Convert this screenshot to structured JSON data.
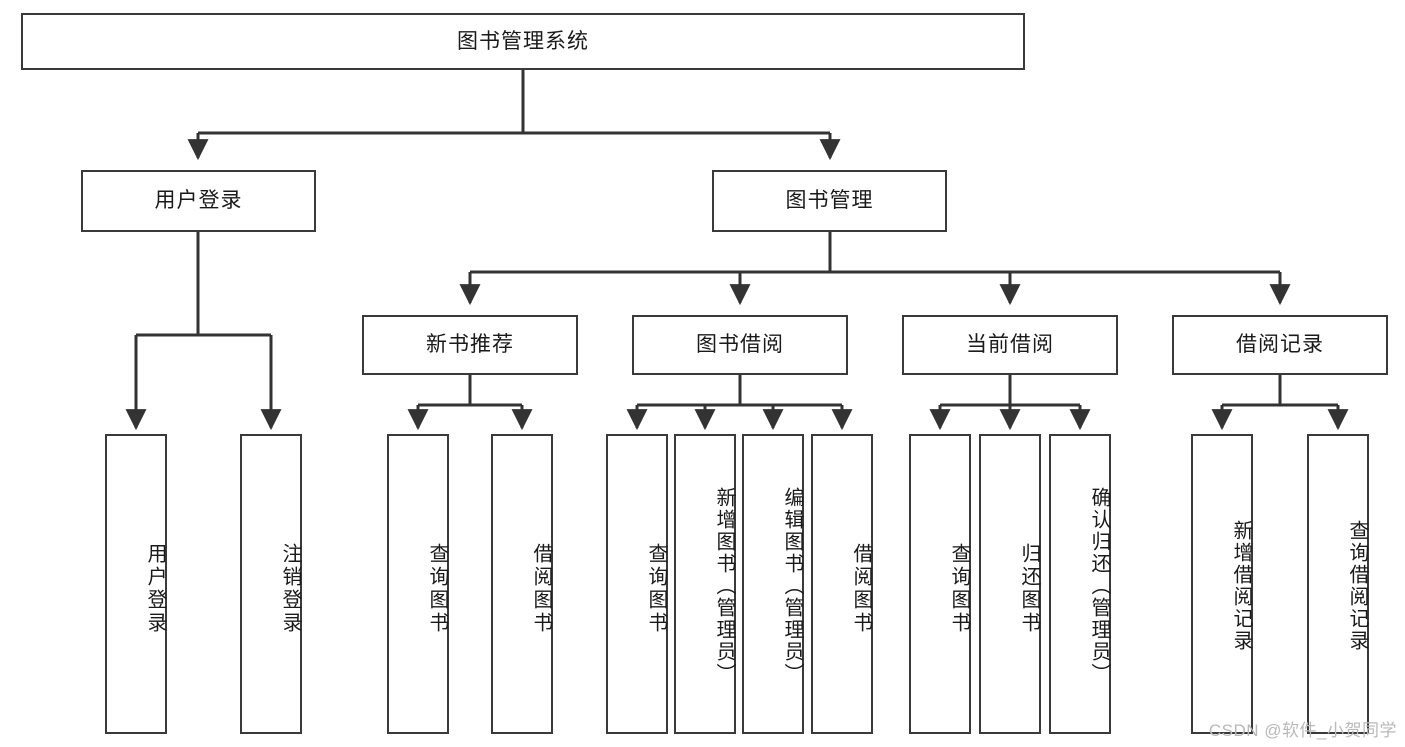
{
  "diagram": {
    "title": "图书管理系统",
    "type": "tree",
    "colors": {
      "box_border": "#3a3a3a",
      "box_fill": "#ffffff",
      "edge": "#333333",
      "text": "#1a1a1a",
      "watermark": "#b9b9b9"
    },
    "nodes": {
      "root": {
        "label": "图书管理系统",
        "orientation": "horizontal"
      },
      "level1": [
        {
          "id": "user-login",
          "label": "用户登录",
          "orientation": "horizontal"
        },
        {
          "id": "book-manage",
          "label": "图书管理",
          "orientation": "horizontal"
        }
      ],
      "level2": [
        {
          "id": "new-book-recommend",
          "label": "新书推荐",
          "orientation": "horizontal"
        },
        {
          "id": "book-borrow",
          "label": "图书借阅",
          "orientation": "horizontal"
        },
        {
          "id": "current-borrow",
          "label": "当前借阅",
          "orientation": "horizontal"
        },
        {
          "id": "borrow-record",
          "label": "借阅记录",
          "orientation": "horizontal"
        }
      ],
      "leaves": [
        {
          "id": "leaf-user-login",
          "label": "用户登录",
          "parent": "user-login",
          "orientation": "vertical"
        },
        {
          "id": "leaf-user-logout",
          "label": "注销登录",
          "parent": "user-login",
          "orientation": "vertical"
        },
        {
          "id": "leaf-query-book-1",
          "label": "查询图书",
          "parent": "new-book-recommend",
          "orientation": "vertical"
        },
        {
          "id": "leaf-borrow-book-1",
          "label": "借阅图书",
          "parent": "new-book-recommend",
          "orientation": "vertical"
        },
        {
          "id": "leaf-query-book-2",
          "label": "查询图书",
          "parent": "book-borrow",
          "orientation": "vertical"
        },
        {
          "id": "leaf-add-book",
          "label": "新增图书（管理员）",
          "parent": "book-borrow",
          "orientation": "vertical"
        },
        {
          "id": "leaf-edit-book",
          "label": "编辑图书（管理员）",
          "parent": "book-borrow",
          "orientation": "vertical"
        },
        {
          "id": "leaf-borrow-book-2",
          "label": "借阅图书",
          "parent": "book-borrow",
          "orientation": "vertical"
        },
        {
          "id": "leaf-query-book-3",
          "label": "查询图书",
          "parent": "current-borrow",
          "orientation": "vertical"
        },
        {
          "id": "leaf-return-book",
          "label": "归还图书",
          "parent": "current-borrow",
          "orientation": "vertical"
        },
        {
          "id": "leaf-confirm-return",
          "label": "确认归还（管理员）",
          "parent": "current-borrow",
          "orientation": "vertical"
        },
        {
          "id": "leaf-add-record",
          "label": "新增借阅记录",
          "parent": "borrow-record",
          "orientation": "vertical"
        },
        {
          "id": "leaf-query-record",
          "label": "查询借阅记录",
          "parent": "borrow-record",
          "orientation": "vertical"
        }
      ]
    },
    "watermark": "CSDN @软件_小贺同学"
  }
}
